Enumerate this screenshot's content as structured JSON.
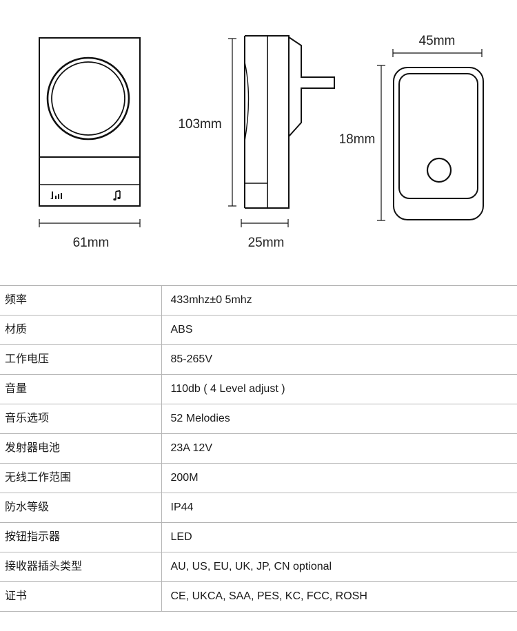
{
  "dimensions": {
    "front_width": "61mm",
    "side_height": "103mm",
    "side_depth": "25mm",
    "button_width": "45mm",
    "button_height": "18mm"
  },
  "icons": {
    "front_left": "volume-bars-icon",
    "front_right": "music-note-icon"
  },
  "specs": [
    {
      "label": "频率",
      "value": "433mhz±0 5mhz"
    },
    {
      "label": "材质",
      "value": "ABS"
    },
    {
      "label": "工作电压",
      "value": "85-265V"
    },
    {
      "label": "音量",
      "value": "110db ( 4 Level adjust )"
    },
    {
      "label": "音乐选项",
      "value": "52 Melodies"
    },
    {
      "label": "发射器电池",
      "value": "23A 12V"
    },
    {
      "label": "无线工作范围",
      "value": "200M"
    },
    {
      "label": "防水等级",
      "value": "IP44"
    },
    {
      "label": "按钮指示器",
      "value": "LED"
    },
    {
      "label": "接收器插头类型",
      "value": "AU, US, EU, UK, JP, CN optional"
    },
    {
      "label": "证书",
      "value": "CE, UKCA, SAA, PES, KC, FCC, ROSH"
    }
  ]
}
